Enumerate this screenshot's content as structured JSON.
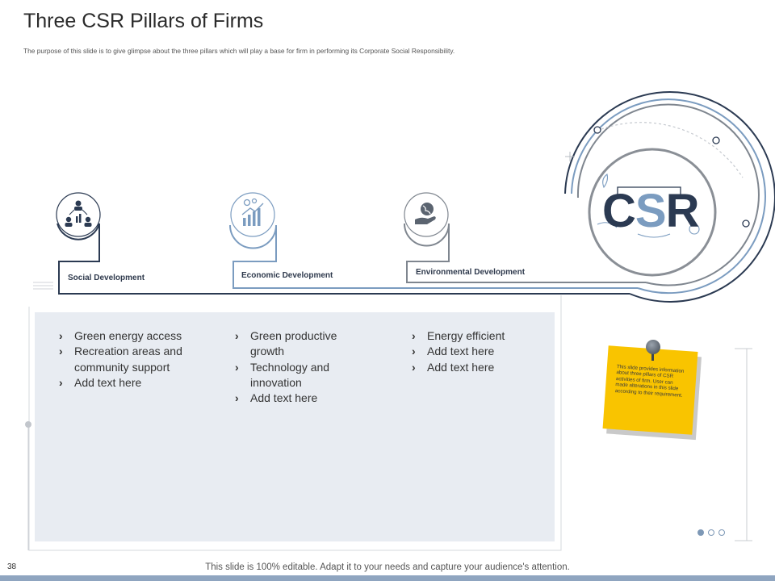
{
  "header": {
    "title": "Three CSR Pillars of Firms",
    "subtitle": "The purpose of this slide is to give glimpse about the three pillars which will play a base for firm in performing its Corporate Social Responsibility."
  },
  "emblem": {
    "csr_c": "C",
    "csr_s": "S",
    "csr_r": "R"
  },
  "pillars": [
    {
      "label": "Social Development",
      "icon": "team-network-icon"
    },
    {
      "label": "Economic Development",
      "icon": "growth-chart-gears-icon"
    },
    {
      "label": "Environmental Development",
      "icon": "hand-globe-icon"
    }
  ],
  "columns": [
    {
      "items": [
        "Green energy access",
        "Recreation areas and community support",
        "Add text here"
      ]
    },
    {
      "items": [
        "Green productive growth",
        "Technology and innovation",
        "Add text here"
      ]
    },
    {
      "items": [
        "Energy efficient",
        "Add text here",
        "Add text here"
      ]
    }
  ],
  "note": {
    "text": "This slide provides information about three pillars of CSR activities of firm. User can made alterations in this slide according to their requirement."
  },
  "footer": {
    "page_number": "38",
    "text": "This slide is 100% editable. Adapt it to your needs and capture your audience's attention."
  },
  "colors": {
    "navy": "#2b3a52",
    "steel_blue": "#7b9cc0",
    "note_yellow": "#f9c400",
    "panel": "#e8ecf2"
  }
}
